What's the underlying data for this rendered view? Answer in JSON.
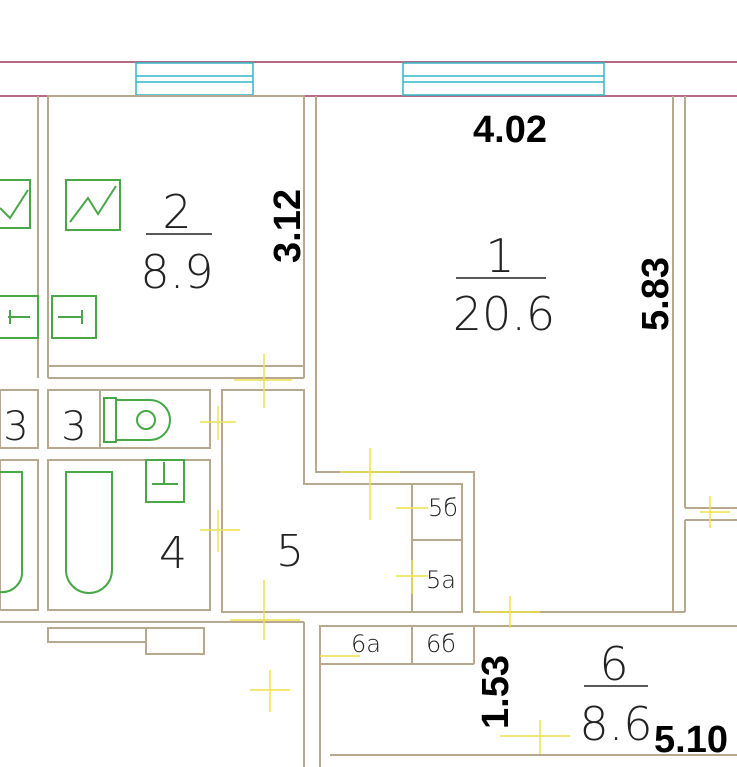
{
  "rooms": {
    "r1": {
      "number": "1",
      "area": "20.6"
    },
    "r2": {
      "number": "2",
      "area": "8.9"
    },
    "r3a": {
      "number": "3"
    },
    "r3b": {
      "number": "3"
    },
    "r4": {
      "number": "4"
    },
    "r5": {
      "number": "5"
    },
    "r5a": {
      "number": "5а"
    },
    "r5b": {
      "number": "5б"
    },
    "r6": {
      "number": "6",
      "area": "8.6"
    },
    "r6a": {
      "number": "6а"
    },
    "r6b": {
      "number": "6б"
    }
  },
  "dimensions": {
    "top": "4.02",
    "room2": "3.12",
    "room1_side": "5.83",
    "room6_side": "1.53",
    "bottom_right": "5.10"
  },
  "colors": {
    "walls": "#b8a98e",
    "outer_wall": "#b56a86",
    "windows": "#31b6c8",
    "fixtures": "#48a848",
    "markers": "#ece24a"
  }
}
